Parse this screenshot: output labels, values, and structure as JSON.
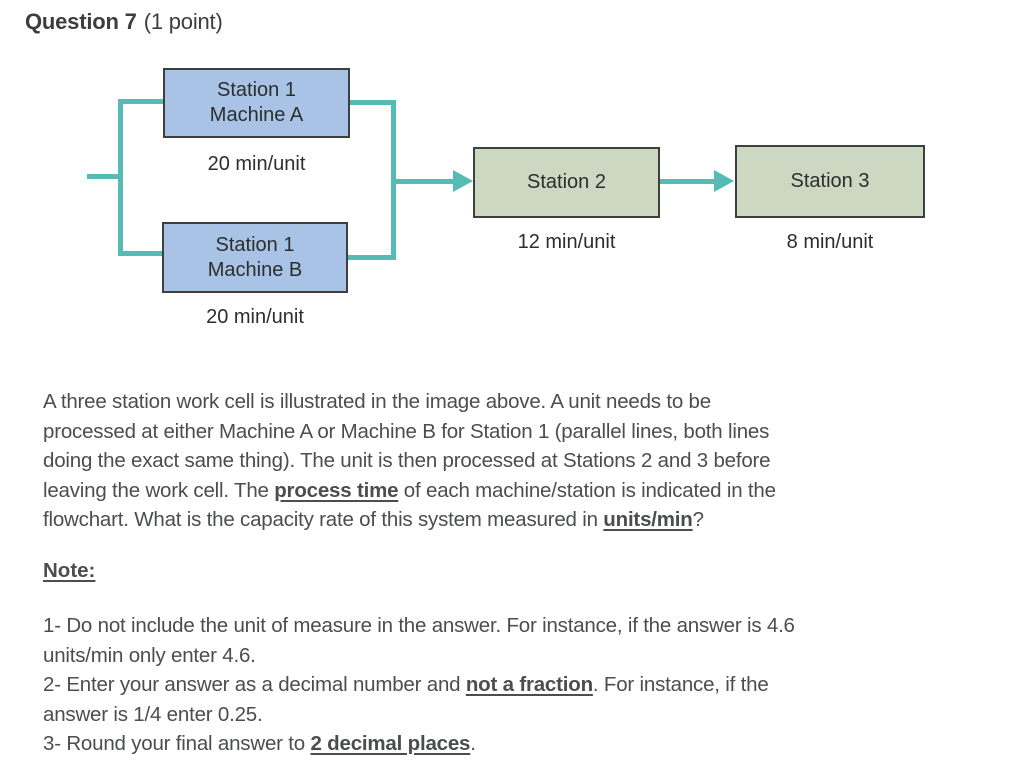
{
  "header": {
    "title": "Question 7",
    "points": "(1 point)"
  },
  "colors": {
    "connector_teal": "#54bcb4",
    "station1_fill": "#a8c3e5",
    "station23_fill": "#ccd8c2",
    "box_border": "#3e4040",
    "diagram_text": "#2d2d2d",
    "body_text": "#4b4d4f"
  },
  "flowchart": {
    "machine_a": {
      "line1": "Station 1",
      "line2": "Machine A",
      "time": "20 min/unit"
    },
    "machine_b": {
      "line1": "Station 1",
      "line2": "Machine B",
      "time": "20 min/unit"
    },
    "station2": {
      "label": "Station 2",
      "time": "12 min/unit"
    },
    "station3": {
      "label": "Station 3",
      "time": "8 min/unit"
    }
  },
  "question": {
    "lines": [
      {
        "segs": [
          {
            "t": "A three station work cell is illustrated in the image above. A unit needs to be"
          }
        ]
      },
      {
        "segs": [
          {
            "t": "processed at either Machine A or Machine B for Station 1 (parallel lines, both lines"
          }
        ]
      },
      {
        "segs": [
          {
            "t": "doing the exact same thing). The unit is then processed at Stations 2 and 3 before"
          }
        ]
      },
      {
        "segs": [
          {
            "t": "leaving the work cell. The "
          },
          {
            "t": "process time",
            "b": true
          },
          {
            "t": " of each machine/station is indicated in the"
          }
        ]
      },
      {
        "segs": [
          {
            "t": "flowchart. What is the capacity rate of this system measured in "
          },
          {
            "t": "units/min",
            "b": true
          },
          {
            "t": "?"
          }
        ]
      }
    ]
  },
  "note": {
    "heading": "Note:",
    "lines": [
      {
        "segs": [
          {
            "t": "1- Do not include the unit of measure in the answer. For instance, if the answer is 4.6"
          }
        ]
      },
      {
        "segs": [
          {
            "t": "units/min only enter 4.6."
          }
        ]
      },
      {
        "segs": [
          {
            "t": "2- Enter your answer as a decimal number and "
          },
          {
            "t": "not a fraction",
            "b": true
          },
          {
            "t": ". For instance, if the"
          }
        ]
      },
      {
        "segs": [
          {
            "t": "answer is 1/4 enter 0.25."
          }
        ]
      },
      {
        "segs": [
          {
            "t": "3- Round your final answer to "
          },
          {
            "t": "2 decimal places",
            "b": true
          },
          {
            "t": "."
          }
        ]
      }
    ]
  }
}
